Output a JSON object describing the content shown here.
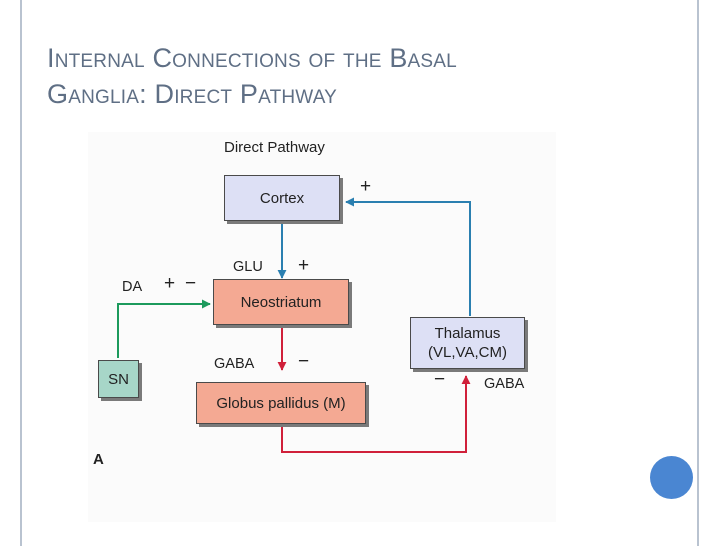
{
  "slide": {
    "title_line1": "Internal Connections of the Basal",
    "title_line2": "Ganglia: Direct Pathway"
  },
  "diagram": {
    "heading": "Direct Pathway",
    "panel_letter": "A",
    "boxes": {
      "cortex": "Cortex",
      "neostriatum": "Neostriatum",
      "globus": "Globus pallidus (M)",
      "sn": "SN",
      "thalamus_line1": "Thalamus",
      "thalamus_line2": "(VL,VA,CM)"
    },
    "labels": {
      "glu": "GLU",
      "glu_sign": "+",
      "da": "DA",
      "da_plus": "+",
      "da_minus": "−",
      "gaba_striatum": "GABA",
      "gaba_striatum_sign": "−",
      "gaba_thalamus": "GABA",
      "gaba_thalamus_sign": "−",
      "cortex_feedback_sign": "+"
    }
  },
  "colors": {
    "cortex_fill": "#dde0f5",
    "neostriatum_fill": "#f4a993",
    "globus_fill": "#f4a993",
    "sn_fill": "#a7d6c8",
    "thalamus_fill": "#dde0f5",
    "blue_arrow": "#2a7fb0",
    "green_arrow": "#1c9a5c",
    "red_arrow": "#d0203a"
  }
}
